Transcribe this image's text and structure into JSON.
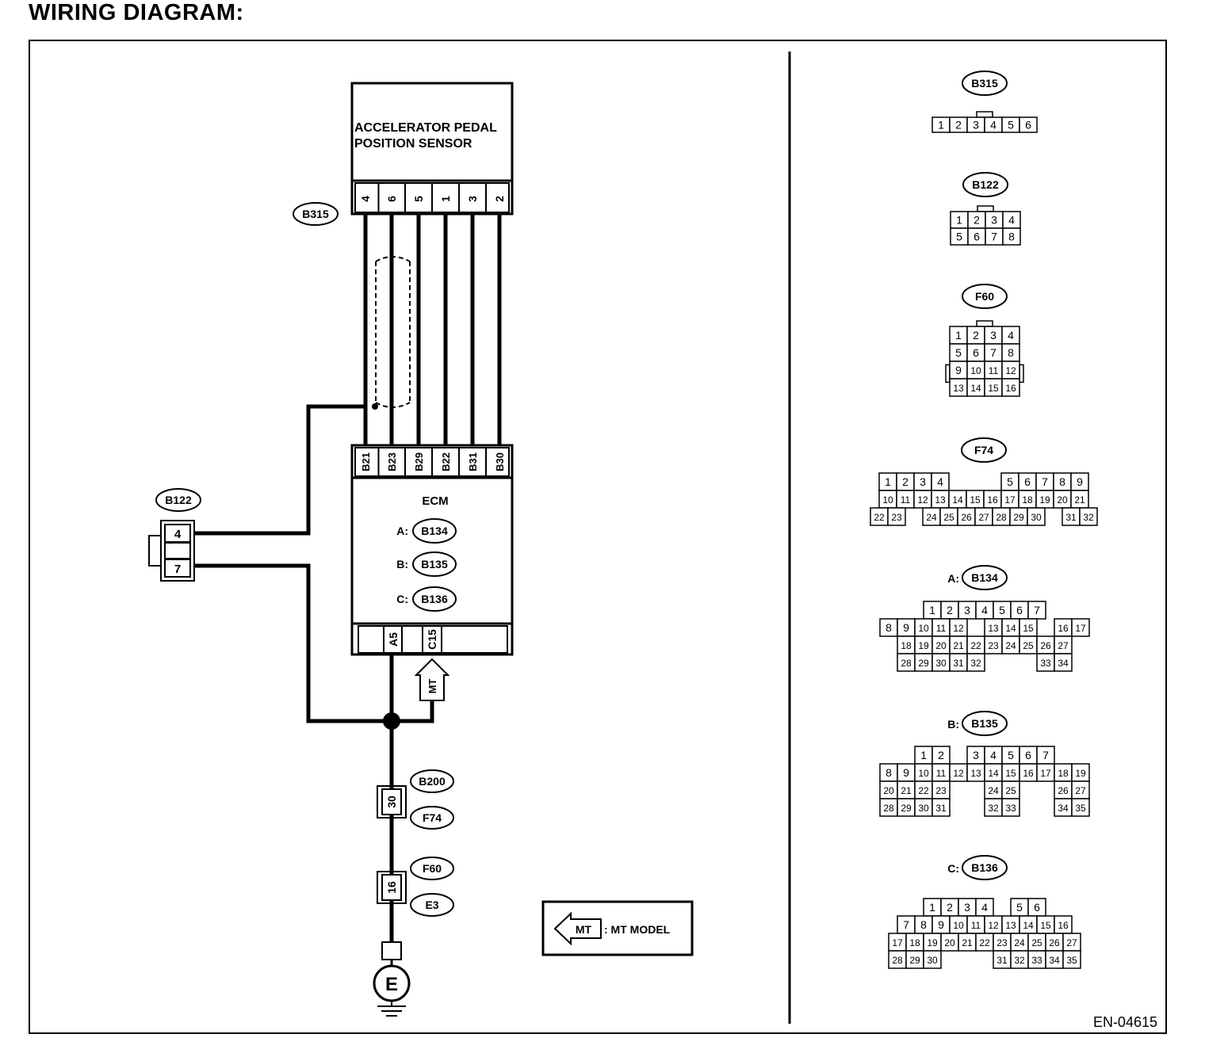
{
  "title": "WIRING DIAGRAM:",
  "figure_code": "EN-04615",
  "sensor": {
    "name_line1": "ACCELERATOR PEDAL",
    "name_line2": "POSITION SENSOR",
    "connector": "B315",
    "pins": [
      "4",
      "6",
      "5",
      "1",
      "3",
      "2"
    ]
  },
  "ecm": {
    "name": "ECM",
    "connectors": [
      {
        "prefix": "A:",
        "id": "B134"
      },
      {
        "prefix": "B:",
        "id": "B135"
      },
      {
        "prefix": "C:",
        "id": "B136"
      }
    ],
    "top_pins": [
      "B21",
      "B23",
      "B29",
      "B22",
      "B31",
      "B30"
    ],
    "bottom_pins": [
      "A5",
      "C15"
    ]
  },
  "side_connector": {
    "id": "B122",
    "pins": [
      "4",
      "7"
    ]
  },
  "ground_path": {
    "joint1": {
      "pin": "30",
      "labels": [
        "B200",
        "F74"
      ]
    },
    "joint2": {
      "pin": "16",
      "labels": [
        "F60",
        "E3"
      ]
    },
    "ground_symbol": "E"
  },
  "mt_tag": "MT",
  "legend": {
    "tag": "MT",
    "text": ": MT  MODEL"
  },
  "connector_views": {
    "B315": {
      "label": "B315",
      "rows": [
        [
          "1",
          "2",
          "3",
          "4",
          "5",
          "6"
        ]
      ]
    },
    "B122": {
      "label": "B122",
      "rows": [
        [
          "1",
          "2",
          "3",
          "4"
        ],
        [
          "5",
          "6",
          "7",
          "8"
        ]
      ]
    },
    "F60": {
      "label": "F60",
      "rows": [
        [
          "1",
          "2",
          "3",
          "4"
        ],
        [
          "5",
          "6",
          "7",
          "8"
        ],
        [
          "9",
          "10",
          "11",
          "12"
        ],
        [
          "13",
          "14",
          "15",
          "16"
        ]
      ]
    },
    "F74": {
      "label": "F74",
      "rows": [
        [
          "1",
          "2",
          "3",
          "4",
          "",
          "",
          "",
          "5",
          "6",
          "7",
          "8",
          "9"
        ],
        [
          "10",
          "11",
          "12",
          "13",
          "14",
          "15",
          "16",
          "17",
          "18",
          "19",
          "20",
          "21"
        ],
        [
          "22",
          "23",
          "",
          "24",
          "25",
          "26",
          "27",
          "28",
          "29",
          "30",
          "",
          "31",
          "32"
        ]
      ]
    },
    "B134": {
      "prefix": "A:",
      "label": "B134",
      "rows": [
        [
          "1",
          "2",
          "3",
          "4",
          "5",
          "6",
          "7"
        ],
        [
          "8",
          "9",
          "10",
          "11",
          "12",
          "",
          "13",
          "14",
          "15",
          "",
          "16",
          "17"
        ],
        [
          "18",
          "19",
          "20",
          "21",
          "22",
          "23",
          "24",
          "25",
          "26",
          "27"
        ],
        [
          "28",
          "29",
          "30",
          "31",
          "32",
          "",
          "",
          "",
          "33",
          "34"
        ]
      ]
    },
    "B135": {
      "prefix": "B:",
      "label": "B135",
      "rows": [
        [
          "1",
          "2",
          "",
          "3",
          "4",
          "5",
          "6",
          "7"
        ],
        [
          "8",
          "9",
          "10",
          "11",
          "12",
          "13",
          "14",
          "15",
          "16",
          "17",
          "18",
          "19"
        ],
        [
          "20",
          "21",
          "22",
          "23",
          "",
          "",
          "24",
          "25",
          "",
          "",
          "26",
          "27"
        ],
        [
          "28",
          "29",
          "30",
          "31",
          "",
          "",
          "32",
          "33",
          "",
          "",
          "34",
          "35"
        ]
      ]
    },
    "B136": {
      "prefix": "C:",
      "label": "B136",
      "rows": [
        [
          "1",
          "2",
          "3",
          "4",
          "",
          "5",
          "6"
        ],
        [
          "7",
          "8",
          "9",
          "10",
          "11",
          "12",
          "13",
          "14",
          "15",
          "16"
        ],
        [
          "17",
          "18",
          "19",
          "20",
          "21",
          "22",
          "23",
          "24",
          "25",
          "26",
          "27"
        ],
        [
          "28",
          "29",
          "30",
          "",
          "",
          "",
          "31",
          "32",
          "33",
          "34",
          "35"
        ]
      ]
    }
  }
}
